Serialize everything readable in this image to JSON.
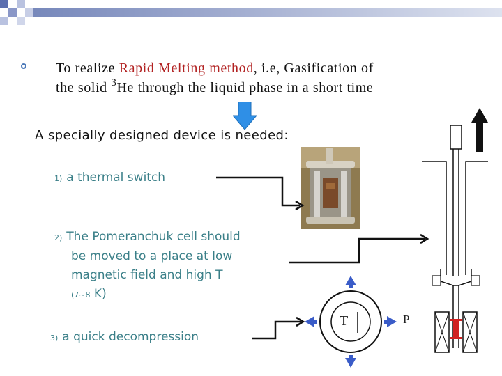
{
  "intro": {
    "line1_prefix": "To realize ",
    "line1_highlight": "Rapid Melting method",
    "line1_suffix": ", i.e, Gasification of",
    "line2_prefix": "the solid ",
    "line2_superscript": "3",
    "line2_suffix": "He  through the liquid phase in a short time"
  },
  "heading": "A specially designed device is needed:",
  "items": [
    {
      "number": "1)",
      "text": "a thermal switch"
    },
    {
      "number": "2)",
      "text_line1": "The Pomeranchuk cell should",
      "text_line2": "be moved to a place at low",
      "text_line3": "magnetic field and high T",
      "text_line4_prefix": "(7~8",
      "text_line4_suffix": " K)"
    },
    {
      "number": "3)",
      "text": "a quick decompression"
    }
  ],
  "diagram": {
    "dial_label": "T",
    "pressure_label": "P"
  },
  "colors": {
    "highlight": "#b22222",
    "item_text": "#3a7f88",
    "arrow_fill": "#2f8fe6",
    "small_arrow": "#3a5cc8",
    "red_bar": "#d02020",
    "bullet": "#4a78b8"
  },
  "icons": {
    "down_arrow": "arrow-down-icon",
    "up_arrow": "arrow-up-icon"
  }
}
